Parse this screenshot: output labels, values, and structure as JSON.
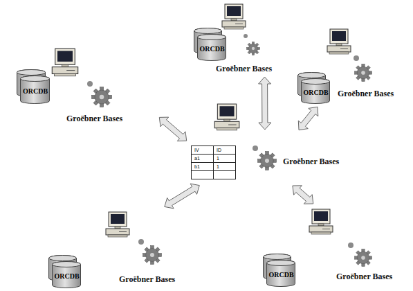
{
  "diagram": {
    "nodes": [
      {
        "text": [
          "Groëbner Bases"
        ]
      },
      {
        "text": [
          "ORCDB"
        ],
        "in": 0
      },
      {
        "text": [
          "Groëbner Bases"
        ]
      },
      {
        "text": [
          "ORCDB"
        ],
        "in": 2
      },
      {
        "text": [
          "Groëbner Bases"
        ]
      },
      {
        "text": [
          "ORCDB"
        ],
        "in": 4
      },
      {
        "text": [
          "Groëbner Bases"
        ]
      },
      {
        "text": [
          "Groëbner Bases"
        ]
      },
      {
        "text": [
          "ORCDB"
        ],
        "in": 7
      },
      {
        "text": [
          "Groëbner Bases"
        ]
      },
      {
        "text": [
          "ORCDB"
        ],
        "in": 9
      }
    ],
    "edges": [
      {
        "from": 0,
        "to": 6,
        "arrow": "both"
      },
      {
        "from": 2,
        "to": 6,
        "arrow": "both"
      },
      {
        "from": 4,
        "to": 6,
        "arrow": "both"
      },
      {
        "from": 7,
        "to": 6,
        "arrow": "both"
      },
      {
        "from": 9,
        "to": 6,
        "arrow": "both"
      }
    ],
    "labels": [
      "IV",
      "ID",
      "a1",
      "1",
      "b1",
      "1"
    ]
  }
}
